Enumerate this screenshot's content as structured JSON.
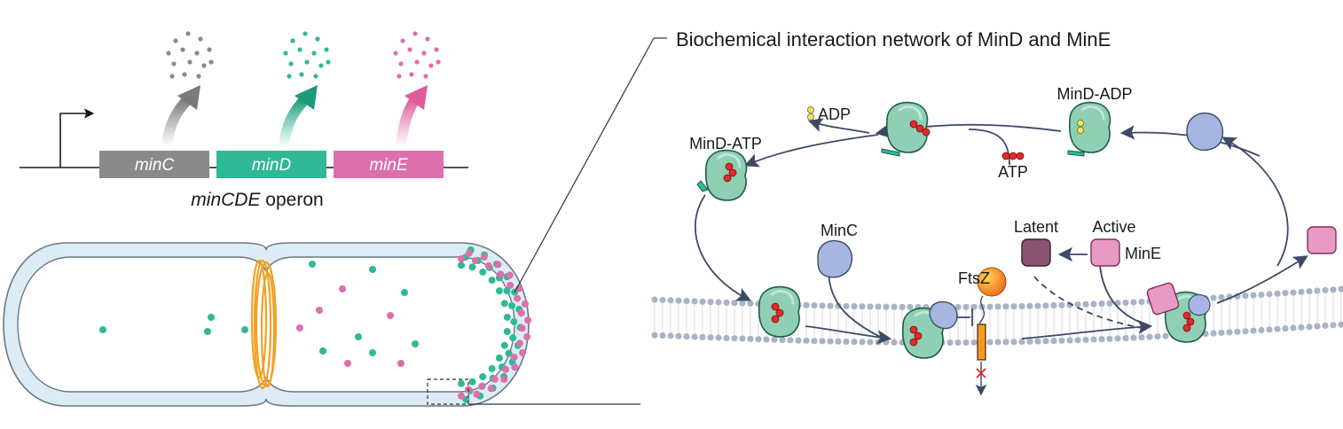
{
  "operon": {
    "genes": [
      {
        "name": "minC",
        "color": "#8a8a8a"
      },
      {
        "name": "minD",
        "color": "#2fb996"
      },
      {
        "name": "minE",
        "color": "#dd6fab"
      }
    ],
    "caption_italic": "minCDE",
    "caption_rest": " operon"
  },
  "network": {
    "title": "Biochemical interaction network of MinD and MinE",
    "labels": {
      "adp": "ADP",
      "atp": "ATP",
      "mind_atp": "MinD-ATP",
      "mind_adp": "MinD-ADP",
      "minc": "MinC",
      "ftsz": "FtsZ",
      "latent": "Latent",
      "active": "Active",
      "mine": "MinE"
    }
  },
  "colors": {
    "mind": "#8fd0b5",
    "mind_edge": "#1d5d46",
    "minc_protein": "#a7b6e0",
    "mine_active": "#e99ac4",
    "mine_latent": "#8a5470",
    "atp_red": "#e02b2b",
    "adp_yellow": "#f1e46a",
    "ftsz_orange": "#f39a1f",
    "membrane": "#a9b3c6",
    "ring": "#f2a124",
    "cell_fill": "#dcecf6"
  }
}
